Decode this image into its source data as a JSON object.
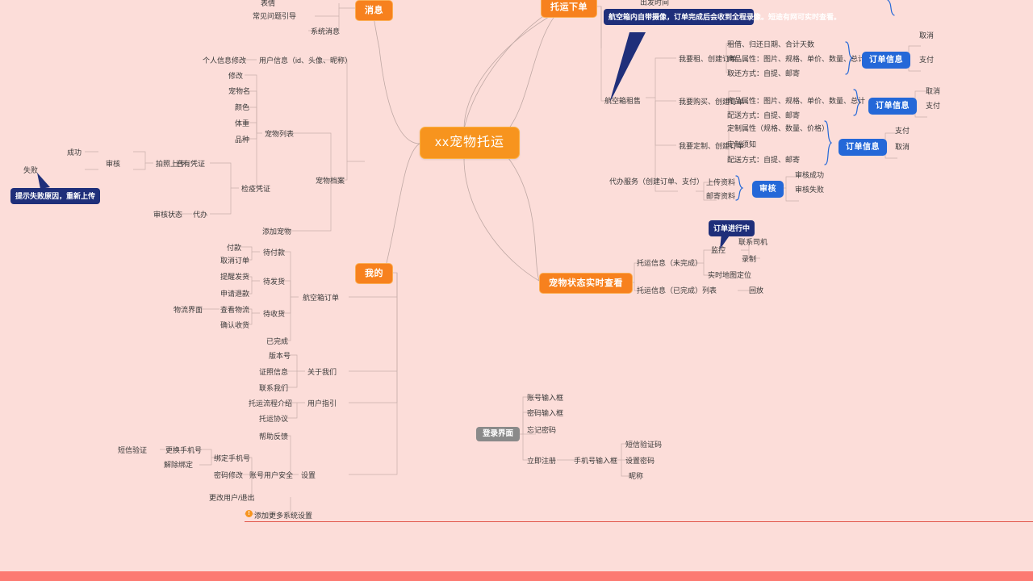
{
  "mindmap": {
    "title": "xx宠物托运",
    "background_color": "#FCDDD9",
    "central_color": "#F7941E",
    "branch_color": "#F7811E",
    "accent_blue": "#2468D8",
    "callout_color": "#1F2F7A",
    "gray_node_color": "#8A8A8A",
    "bottom_bar_color": "#FC7A72"
  },
  "branches": {
    "message": {
      "label": "消息",
      "children": [
        "表情",
        "常见问题引导",
        "系统消息"
      ]
    },
    "shipping_order": {
      "label": "托运下单",
      "children": [
        "出发时间"
      ]
    },
    "mine": {
      "label": "我的"
    },
    "pet_status": {
      "label": "宠物状态实时查看"
    }
  },
  "callouts": {
    "camera": "航空箱内自带摄像，订单完成后会收到全程录像。短途有网可实时查看。",
    "fail_reason": "提示失败原因，重新上传",
    "order_running": "订单进行中"
  },
  "pet_archive": {
    "root": "宠物档案",
    "user_info": "用户信息（id、头像、昵称）",
    "personal_edit": "个人信息修改",
    "pet_list": "宠物列表",
    "pet_list_children": [
      "修改",
      "宠物名",
      "颜色",
      "体重",
      "品种"
    ],
    "quarantine": "检疫凭证",
    "quarantine_children": [
      "已有凭证",
      "拍照上传",
      "审核",
      "审核状态",
      "代办"
    ],
    "audit_results": [
      "成功",
      "失败"
    ],
    "add_pet": "添加宠物"
  },
  "air_box_rent": {
    "root": "航空箱租售",
    "rent": {
      "label": "我要租、创建订单",
      "attrs": [
        "租借、归还日期、合计天数",
        "商品属性：图片、规格、单价、数量、总计",
        "取还方式：自提、邮寄"
      ],
      "order_node": "订单信息",
      "actions": [
        "取消",
        "支付"
      ]
    },
    "buy": {
      "label": "我要购买、创建订单",
      "attrs": [
        "商品属性：图片、规格、单价、数量、总计",
        "配送方式：自提、邮寄"
      ],
      "order_node": "订单信息",
      "actions": [
        "取消",
        "支付"
      ]
    },
    "custom": {
      "label": "我要定制、创建订单",
      "attrs": [
        "定制属性（规格、数量、价格）",
        "定制须知",
        "配送方式：自提、邮寄"
      ],
      "order_node": "订单信息",
      "actions": [
        "支付",
        "取消"
      ]
    },
    "agency": {
      "label": "代办服务（创建订单、支付）",
      "attrs": [
        "上传资料",
        "邮寄资料"
      ],
      "audit_node": "审核",
      "results": [
        "审核成功",
        "审核失败"
      ]
    }
  },
  "pet_status_detail": {
    "undone": "托运信息（未完成）",
    "monitor": "监控",
    "monitor_children": [
      "联系司机",
      "录制"
    ],
    "realtime_map": "实时地图定位",
    "done_list": "托运信息（已完成）列表",
    "playback": "回放"
  },
  "mine_detail": {
    "air_orders_root": "航空箱订单",
    "statuses": [
      "待付款",
      "待发货",
      "待收货",
      "已完成"
    ],
    "pending_pay_actions": [
      "付款",
      "取消订单"
    ],
    "pending_ship_actions": [
      "提醒发货",
      "申请退款"
    ],
    "pending_receive_actions": [
      "查看物流",
      "确认收货"
    ],
    "logistics_page": "物流界面",
    "about_us": {
      "label": "关于我们",
      "children": [
        "版本号",
        "证照信息",
        "联系我们"
      ]
    },
    "user_guide": {
      "label": "用户指引",
      "children": [
        "托运流程介绍",
        "托运协议"
      ]
    },
    "settings": {
      "label": "设置",
      "children": [
        "帮助反馈",
        "账号用户安全"
      ],
      "security_children": [
        "绑定手机号",
        "密码修改",
        "更改用户/退出"
      ],
      "bind_phone_children": [
        "更换手机号",
        "解除绑定"
      ],
      "sms_verify": "短信验证",
      "more_note": "添加更多系统设置"
    }
  },
  "login": {
    "label": "登录界面",
    "children": [
      "账号输入框",
      "密码输入框",
      "忘记密码",
      "立即注册"
    ],
    "register": "手机号输入框",
    "register_children": [
      "短信验证码",
      "设置密码",
      "昵称"
    ]
  }
}
